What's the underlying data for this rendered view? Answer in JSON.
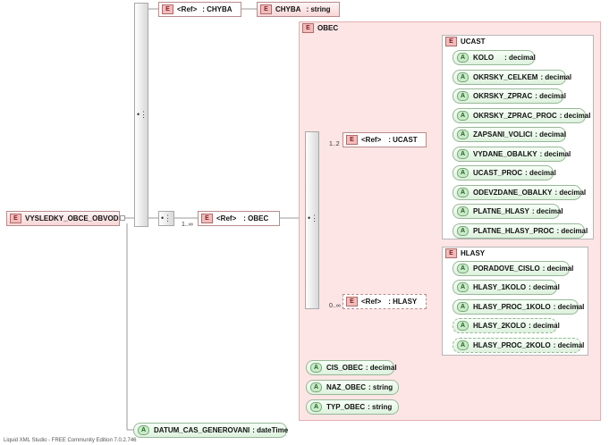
{
  "footer": "Liquid XML Studio - FREE Community Edition 7.0.2.746",
  "root": {
    "badge": "E",
    "label": "VYSLEDKY_OBCE_OBVOD"
  },
  "chyba_ref": {
    "badge": "E",
    "label": "<Ref>",
    "ref": ": CHYBA"
  },
  "chyba_type": {
    "badge": "E",
    "label": "CHYBA",
    "type": ": string"
  },
  "obec_ref": {
    "badge": "E",
    "label": "<Ref>",
    "ref": ": OBEC",
    "multiplicity": "1..∞"
  },
  "obec": {
    "badge": "E",
    "title": "OBEC"
  },
  "ucast_ref": {
    "badge": "E",
    "label": "<Ref>",
    "ref": ": UCAST",
    "multiplicity": "1..2"
  },
  "hlasy_ref": {
    "badge": "E",
    "label": "<Ref>",
    "ref": ": HLASY",
    "multiplicity": "0..∞"
  },
  "ucast": {
    "badge": "E",
    "title": "UCAST",
    "attributes": [
      {
        "badge": "A",
        "name": "KOLO",
        "type": ": decimal"
      },
      {
        "badge": "A",
        "name": "OKRSKY_CELKEM",
        "type": ": decimal"
      },
      {
        "badge": "A",
        "name": "OKRSKY_ZPRAC",
        "type": ": decimal"
      },
      {
        "badge": "A",
        "name": "OKRSKY_ZPRAC_PROC",
        "type": ": decimal"
      },
      {
        "badge": "A",
        "name": "ZAPSANI_VOLICI",
        "type": ": decimal"
      },
      {
        "badge": "A",
        "name": "VYDANE_OBALKY",
        "type": ": decimal"
      },
      {
        "badge": "A",
        "name": "UCAST_PROC",
        "type": ": decimal"
      },
      {
        "badge": "A",
        "name": "ODEVZDANE_OBALKY",
        "type": ": decimal"
      },
      {
        "badge": "A",
        "name": "PLATNE_HLASY",
        "type": ": decimal"
      },
      {
        "badge": "A",
        "name": "PLATNE_HLASY_PROC",
        "type": ": decimal"
      }
    ]
  },
  "hlasy": {
    "badge": "E",
    "title": "HLASY",
    "attributes": [
      {
        "badge": "A",
        "name": "PORADOVE_CISLO",
        "type": ": decimal"
      },
      {
        "badge": "A",
        "name": "HLASY_1KOLO",
        "type": ": decimal"
      },
      {
        "badge": "A",
        "name": "HLASY_PROC_1KOLO",
        "type": ": decimal"
      },
      {
        "badge": "A",
        "name": "HLASY_2KOLO",
        "type": ": decimal"
      },
      {
        "badge": "A",
        "name": "HLASY_PROC_2KOLO",
        "type": ": decimal"
      }
    ]
  },
  "obec_attributes": [
    {
      "badge": "A",
      "name": "CIS_OBEC",
      "type": ": decimal"
    },
    {
      "badge": "A",
      "name": "NAZ_OBEC",
      "type": ": string"
    },
    {
      "badge": "A",
      "name": "TYP_OBEC",
      "type": ": string"
    }
  ],
  "root_attribute": {
    "badge": "A",
    "name": "DATUM_CAS_GENEROVANI",
    "type": ": dateTime"
  }
}
